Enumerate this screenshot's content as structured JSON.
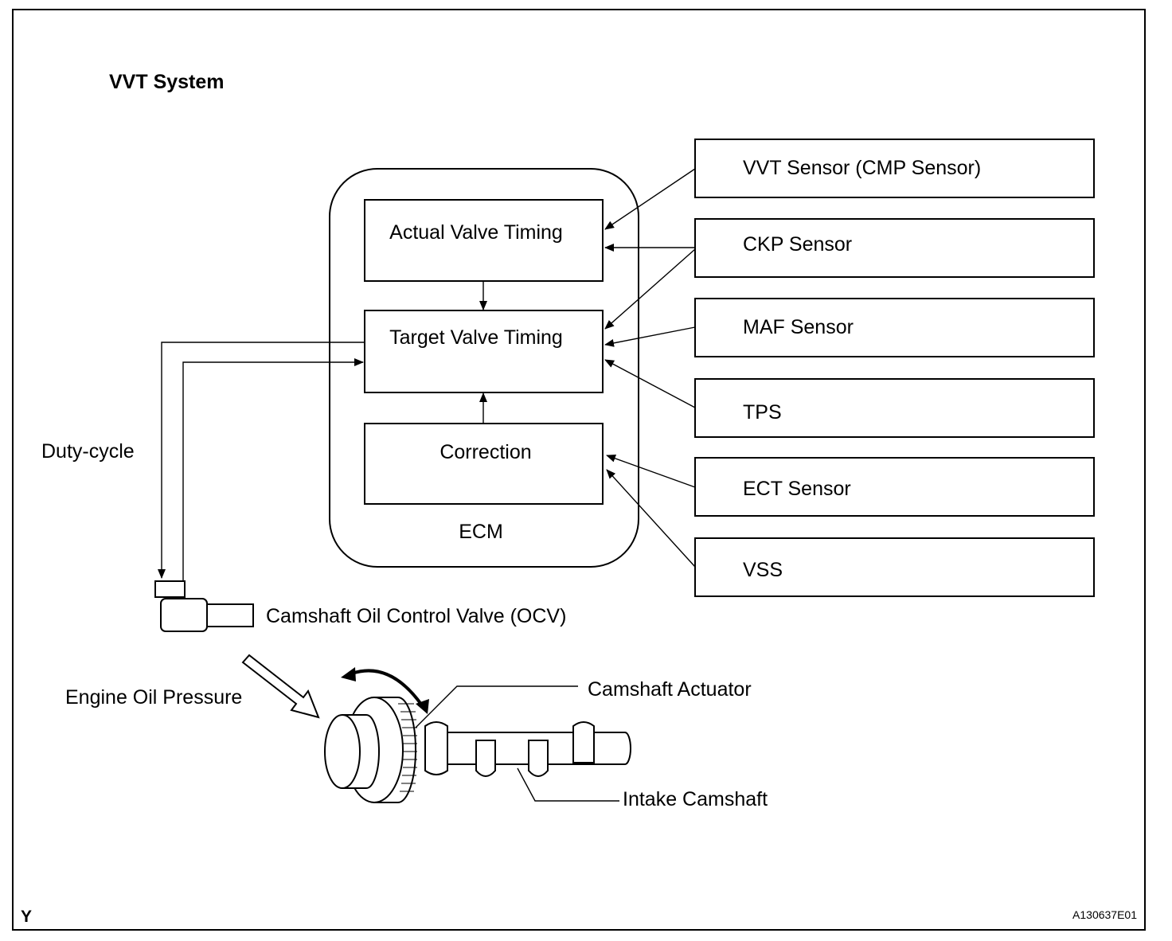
{
  "title": "VVT System",
  "ecm": {
    "label": "ECM",
    "blocks": {
      "actual": "Actual Valve Timing",
      "target": "Target Valve Timing",
      "correction": "Correction"
    }
  },
  "sensors": [
    "VVT Sensor (CMP Sensor)",
    "CKP Sensor",
    "MAF Sensor",
    "TPS",
    "ECT Sensor",
    "VSS"
  ],
  "labels": {
    "duty_cycle": "Duty-cycle",
    "ocv": "Camshaft Oil Control Valve (OCV)",
    "oil_pressure": "Engine Oil Pressure",
    "actuator": "Camshaft Actuator",
    "camshaft": "Intake Camshaft"
  },
  "corner_mark": "Y",
  "figure_id": "A130637E01"
}
